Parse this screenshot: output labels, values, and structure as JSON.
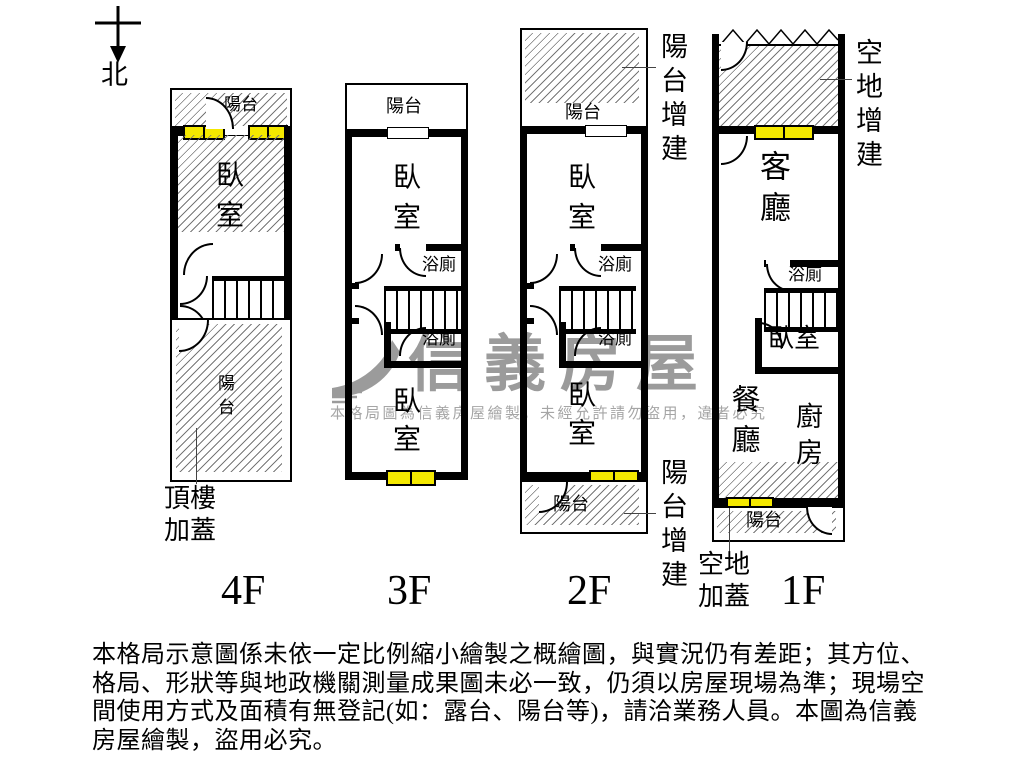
{
  "compass": {
    "north_label": "北"
  },
  "watermark": {
    "brand": "信義房屋",
    "notice": "本格局圖為信義房屋繪製，未經允許請勿盜用，違者必究"
  },
  "floors": {
    "f4": {
      "floor_label": "4F",
      "balcony_top": "陽台",
      "bedroom": "臥室",
      "roof_balcony": "陽台",
      "annot": [
        "頂樓",
        "加蓋"
      ]
    },
    "f3": {
      "floor_label": "3F",
      "balcony_top": "陽台",
      "bedroom_top": "臥室",
      "bath_upper": "浴廁",
      "bath_lower": "浴廁",
      "bedroom_bottom": "臥室"
    },
    "f2": {
      "floor_label": "2F",
      "annot_top": "陽台增建",
      "balcony_top": "陽台",
      "bedroom_top": "臥室",
      "bath_upper": "浴廁",
      "bath_lower": "浴廁",
      "bedroom_bottom": "臥室",
      "balcony_bottom": "陽台",
      "annot_bottom": "陽台增建"
    },
    "f1": {
      "floor_label": "1F",
      "annot_top": "空地增建",
      "living": "客廳",
      "bath": "浴廁",
      "bedroom": "臥室",
      "dining": "餐廳",
      "kitchen": "廚房",
      "balcony": "陽台",
      "annot_bottom": [
        "空地",
        "加蓋"
      ]
    }
  },
  "disclaimer": {
    "lines": [
      "本格局示意圖係未依一定比例縮小繪製之概繪圖，與實況仍有差距；其方位、",
      "格局、形狀等與地政機關測量成果圖未必一致，仍須以房屋現場為準；現場空",
      "間使用方式及面積有無登記(如：露台、陽台等)，請洽業務人員。本圖為信義",
      "房屋繪製，盜用必究。"
    ]
  },
  "colors": {
    "wall": "#000000",
    "window_fill": "#f4e800",
    "hatch_line": "#777777",
    "watermark_gray": "#9b9b9b"
  }
}
